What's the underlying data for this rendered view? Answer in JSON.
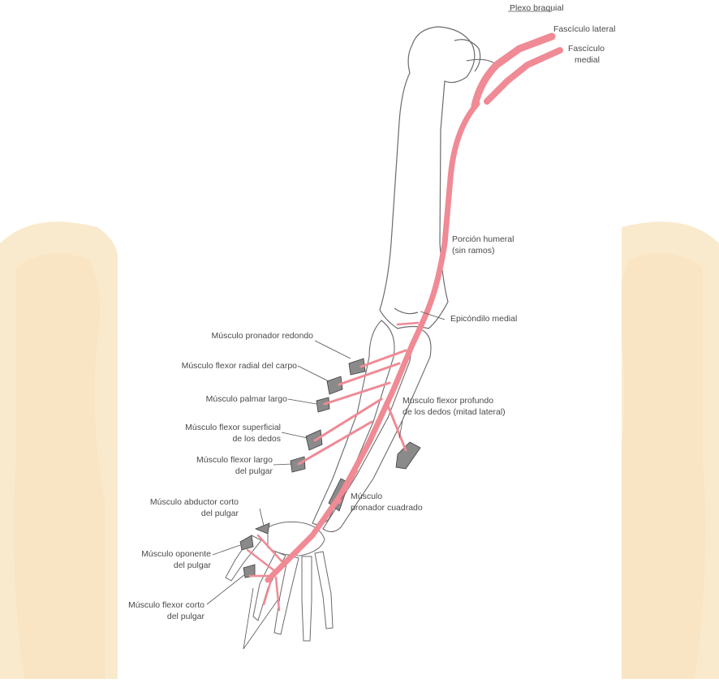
{
  "colors": {
    "nerve": "#f08a95",
    "bone_outline": "#6b6b6b",
    "bone_fill": "#ffffff",
    "muscle": "#8a8a8a",
    "watermark": "#f7ddb0",
    "label_text": "#4a4a4a"
  },
  "labels": {
    "plexo": "Plexo braquial",
    "fasciculo_lateral": "Fascículo lateral",
    "fasciculo_medial_1": "Fascículo",
    "fasciculo_medial_2": "medial",
    "porcion_humeral_1": "Porción humeral",
    "porcion_humeral_2": "(sin ramos)",
    "epicondilo": "Epicóndilo medial",
    "pronador_redondo": "Músculo pronador redondo",
    "flexor_radial": "Músculo flexor radial del carpo",
    "palmar_largo": "Músculo palmar largo",
    "flexor_superficial_1": "Músculo flexor superficial",
    "flexor_superficial_2": "de los dedos",
    "flexor_largo_1": "Músculo flexor largo",
    "flexor_largo_2": "del pulgar",
    "flexor_profundo_1": "Músculo flexor profundo",
    "flexor_profundo_2": "de los dedos (mitad lateral)",
    "pronador_cuadrado_1": "Músculo",
    "pronador_cuadrado_2": "pronador cuadrado",
    "abductor_1": "Músculo abductor corto",
    "abductor_2": "del pulgar",
    "oponente_1": "Músculo oponente",
    "oponente_2": "del pulgar",
    "flexor_corto_1": "Músculo flexor corto",
    "flexor_corto_2": "del pulgar"
  }
}
